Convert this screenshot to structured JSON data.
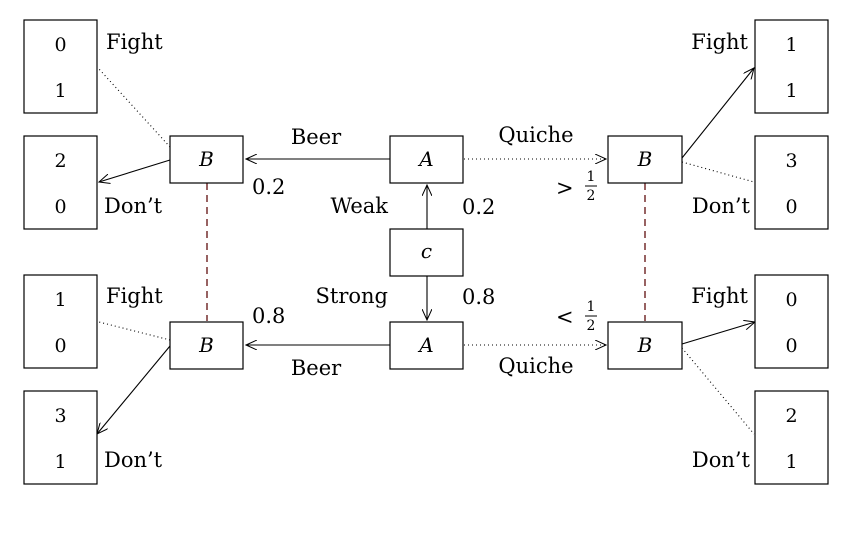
{
  "nature": {
    "label": "c"
  },
  "nodes": {
    "sender": "A",
    "receiver": "B"
  },
  "types": {
    "weak": {
      "label": "Weak",
      "prob": "0.2"
    },
    "strong": {
      "label": "Strong",
      "prob": "0.8"
    }
  },
  "actions": {
    "beer": "Beer",
    "quiche": "Quiche",
    "fight": "Fight",
    "dont": "Don’t"
  },
  "beliefs": {
    "upper": {
      "sign": ">",
      "num": "1",
      "den": "2"
    },
    "lower": {
      "sign": "<",
      "num": "1",
      "den": "2"
    }
  },
  "payoffs": {
    "weak_beer_fight": [
      "0",
      "1"
    ],
    "weak_beer_dont": [
      "2",
      "0"
    ],
    "strong_beer_fight": [
      "1",
      "0"
    ],
    "strong_beer_dont": [
      "3",
      "1"
    ],
    "weak_quiche_fight": [
      "1",
      "1"
    ],
    "weak_quiche_dont": [
      "3",
      "0"
    ],
    "strong_quiche_fight": [
      "0",
      "0"
    ],
    "strong_quiche_dont": [
      "2",
      "1"
    ]
  }
}
